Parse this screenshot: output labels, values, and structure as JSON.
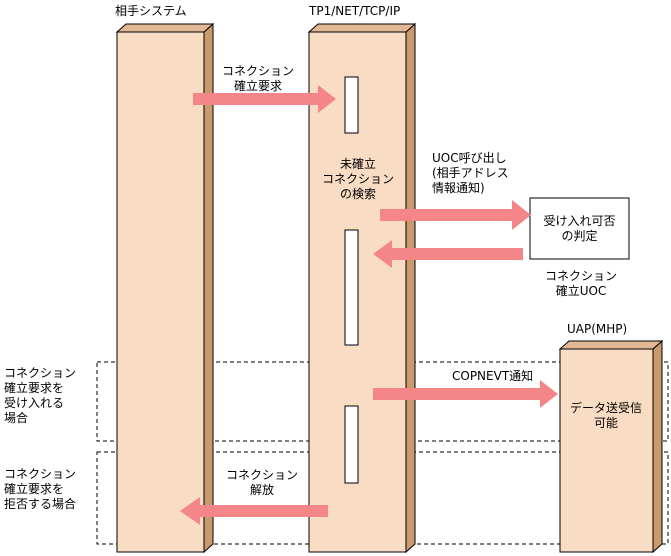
{
  "lanes": {
    "remote": "相手システム",
    "tp1": "TP1/NET/TCP/IP",
    "uap": "UAP(MHP)"
  },
  "messages": {
    "connect_request": "コネクション\n確立要求",
    "search": "未確立\nコネクション\nの検索",
    "uoc_call": "UOC呼び出し\n(相手アドレス\n情報通知)",
    "judge": "受け入れ可否\nの判定",
    "uoc_name": "コネクション\n確立UOC",
    "copnevt": "COPNEVT通知",
    "data_exchange": "データ送受信\n可能",
    "release": "コネクション\n解放"
  },
  "cases": {
    "accept": "コネクション\n確立要求を\n受け入れる\n場合",
    "reject": "コネクション\n確立要求を\n拒否する場合"
  },
  "colors": {
    "lane_fill": "#f8dcc4",
    "lane_side": "#c89a6c",
    "arrow": "#f4868a"
  }
}
